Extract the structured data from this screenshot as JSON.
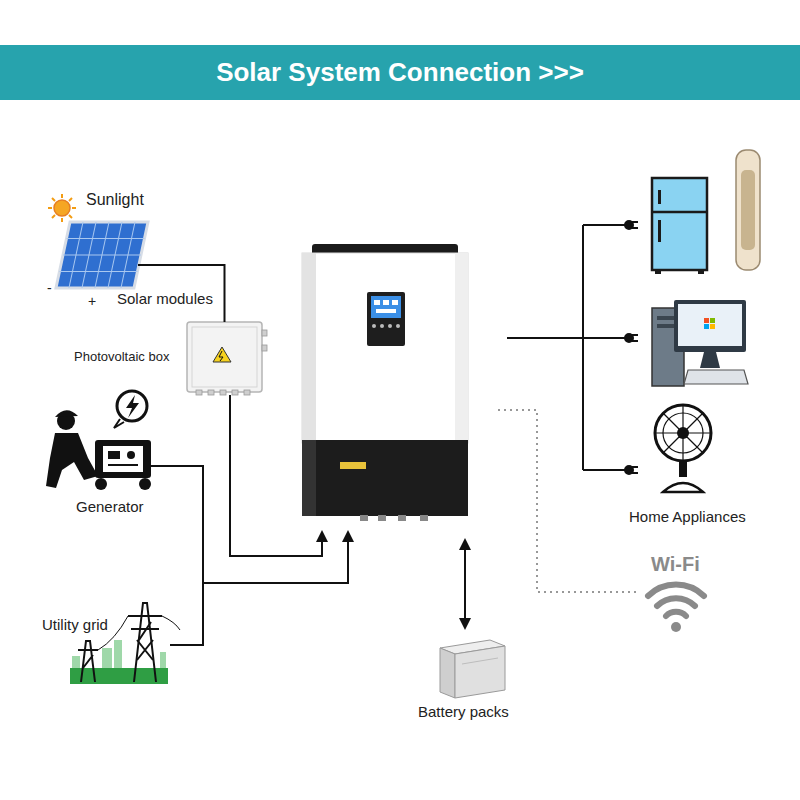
{
  "diagram": {
    "title": "Solar System Connection >>>",
    "nodes": [
      {
        "text": [
          "Sunlight"
        ]
      },
      {
        "text": [
          "Solar modules"
        ]
      },
      {
        "text": [
          "Photovoltaic box"
        ]
      },
      {
        "text": [
          "Generator"
        ]
      },
      {
        "text": [
          "Utility grid"
        ]
      },
      {
        "text": [
          "Home Appliances"
        ]
      },
      {
        "text": [
          "Wi-Fi"
        ]
      },
      {
        "text": [
          "Battery packs"
        ]
      }
    ],
    "edges": [
      {
        "from": 1,
        "to": 2,
        "arrow": "none"
      }
    ],
    "labels": [
      "-",
      "+"
    ]
  }
}
